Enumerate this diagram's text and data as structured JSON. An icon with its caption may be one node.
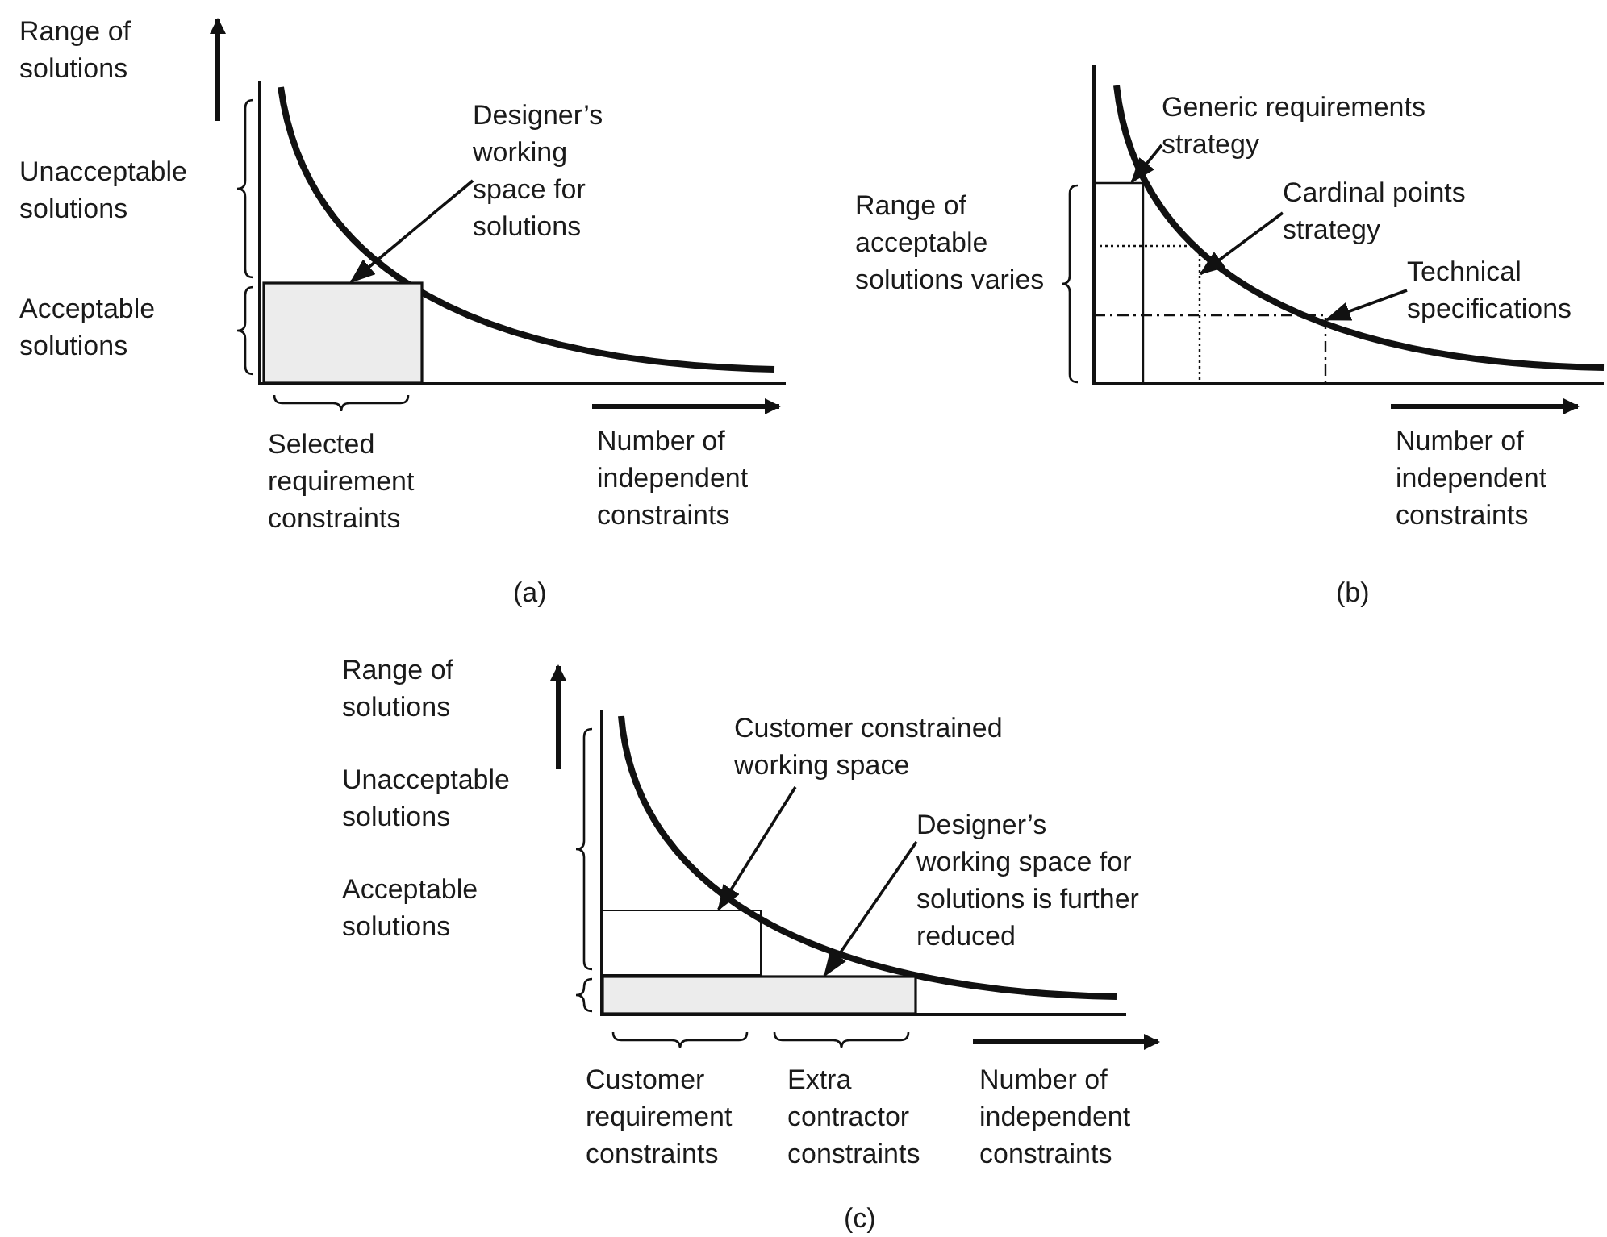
{
  "diagram": {
    "nodes": [
      {
        "text": [
          "Designer’s working space for solutions"
        ]
      },
      {
        "text": [],
        "shape": "box"
      },
      {
        "text": [
          "Generic requirements strategy"
        ]
      },
      {
        "text": [
          "Cardinal points strategy"
        ]
      },
      {
        "text": [
          "Technical specifications"
        ]
      },
      {
        "text": [],
        "shape": "box"
      },
      {
        "text": [],
        "shape": "box"
      },
      {
        "text": [],
        "shape": "box"
      },
      {
        "text": [
          "Customer constrained working space"
        ]
      },
      {
        "text": [
          "Designer’s working space for solutions is further reduced"
        ]
      },
      {
        "text": [],
        "shape": "box"
      },
      {
        "text": [],
        "shape": "box"
      }
    ],
    "edges": [
      {
        "from": 0,
        "to": 1,
        "arrow": "to"
      },
      {
        "from": 2,
        "to": 5,
        "arrow": "to"
      },
      {
        "from": 3,
        "to": 6,
        "arrow": "to"
      },
      {
        "from": 4,
        "to": 7,
        "arrow": "to"
      },
      {
        "from": 8,
        "to": 10,
        "arrow": "to"
      },
      {
        "from": 9,
        "to": 11,
        "arrow": "to"
      }
    ],
    "labels": [
      "Range of solutions",
      "Unacceptable solutions",
      "Acceptable solutions",
      "Selected requirement constraints",
      "Number of independent constraints",
      "(a)",
      "Range of acceptable solutions varies",
      "Number of independent constraints",
      "(b)",
      "Range of solutions",
      "Unacceptable solutions",
      "Acceptable solutions",
      "Customer requirement constraints",
      "Extra contractor constraints",
      "Number of independent constraints",
      "(c)"
    ]
  }
}
